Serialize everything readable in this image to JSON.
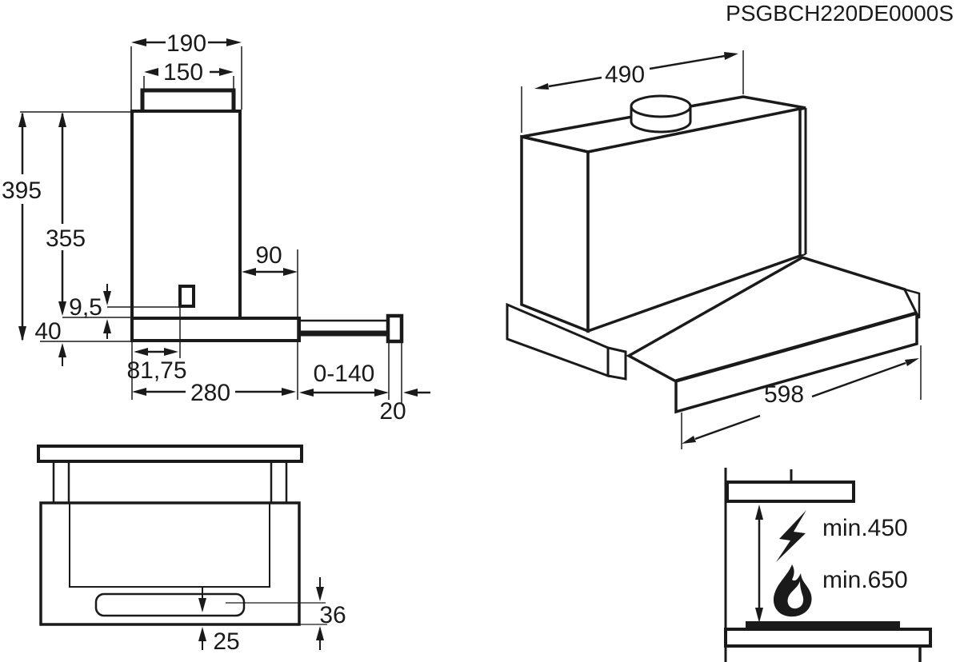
{
  "title": "PSGBCH220DE0000S",
  "side_view": {
    "name": "side elevation with dimensions",
    "dims": {
      "chimney_width": "190",
      "duct_width": "150",
      "total_height": "395",
      "body_height": "355",
      "slot_offset": "9,5",
      "base_height": "40",
      "duct_rear_offset": "90",
      "slot_distance": "81,75",
      "body_depth": "280",
      "pullout_travel": "0-140",
      "handle_depth": "20"
    }
  },
  "perspective_view": {
    "name": "perspective view of telescopic hood",
    "dims": {
      "body_width": "490",
      "front_width": "598"
    }
  },
  "bottom_view": {
    "name": "bottom view",
    "dims": {
      "panel_inset": "36",
      "panel_edge": "25"
    }
  },
  "clearance_view": {
    "name": "installation clearances above hob",
    "electric_clearance": "min.450",
    "gas_clearance": "min.650",
    "icons": [
      "lightning-icon",
      "flame-icon"
    ]
  },
  "colors": {
    "line": "#1a1a1a",
    "background": "#ffffff"
  }
}
